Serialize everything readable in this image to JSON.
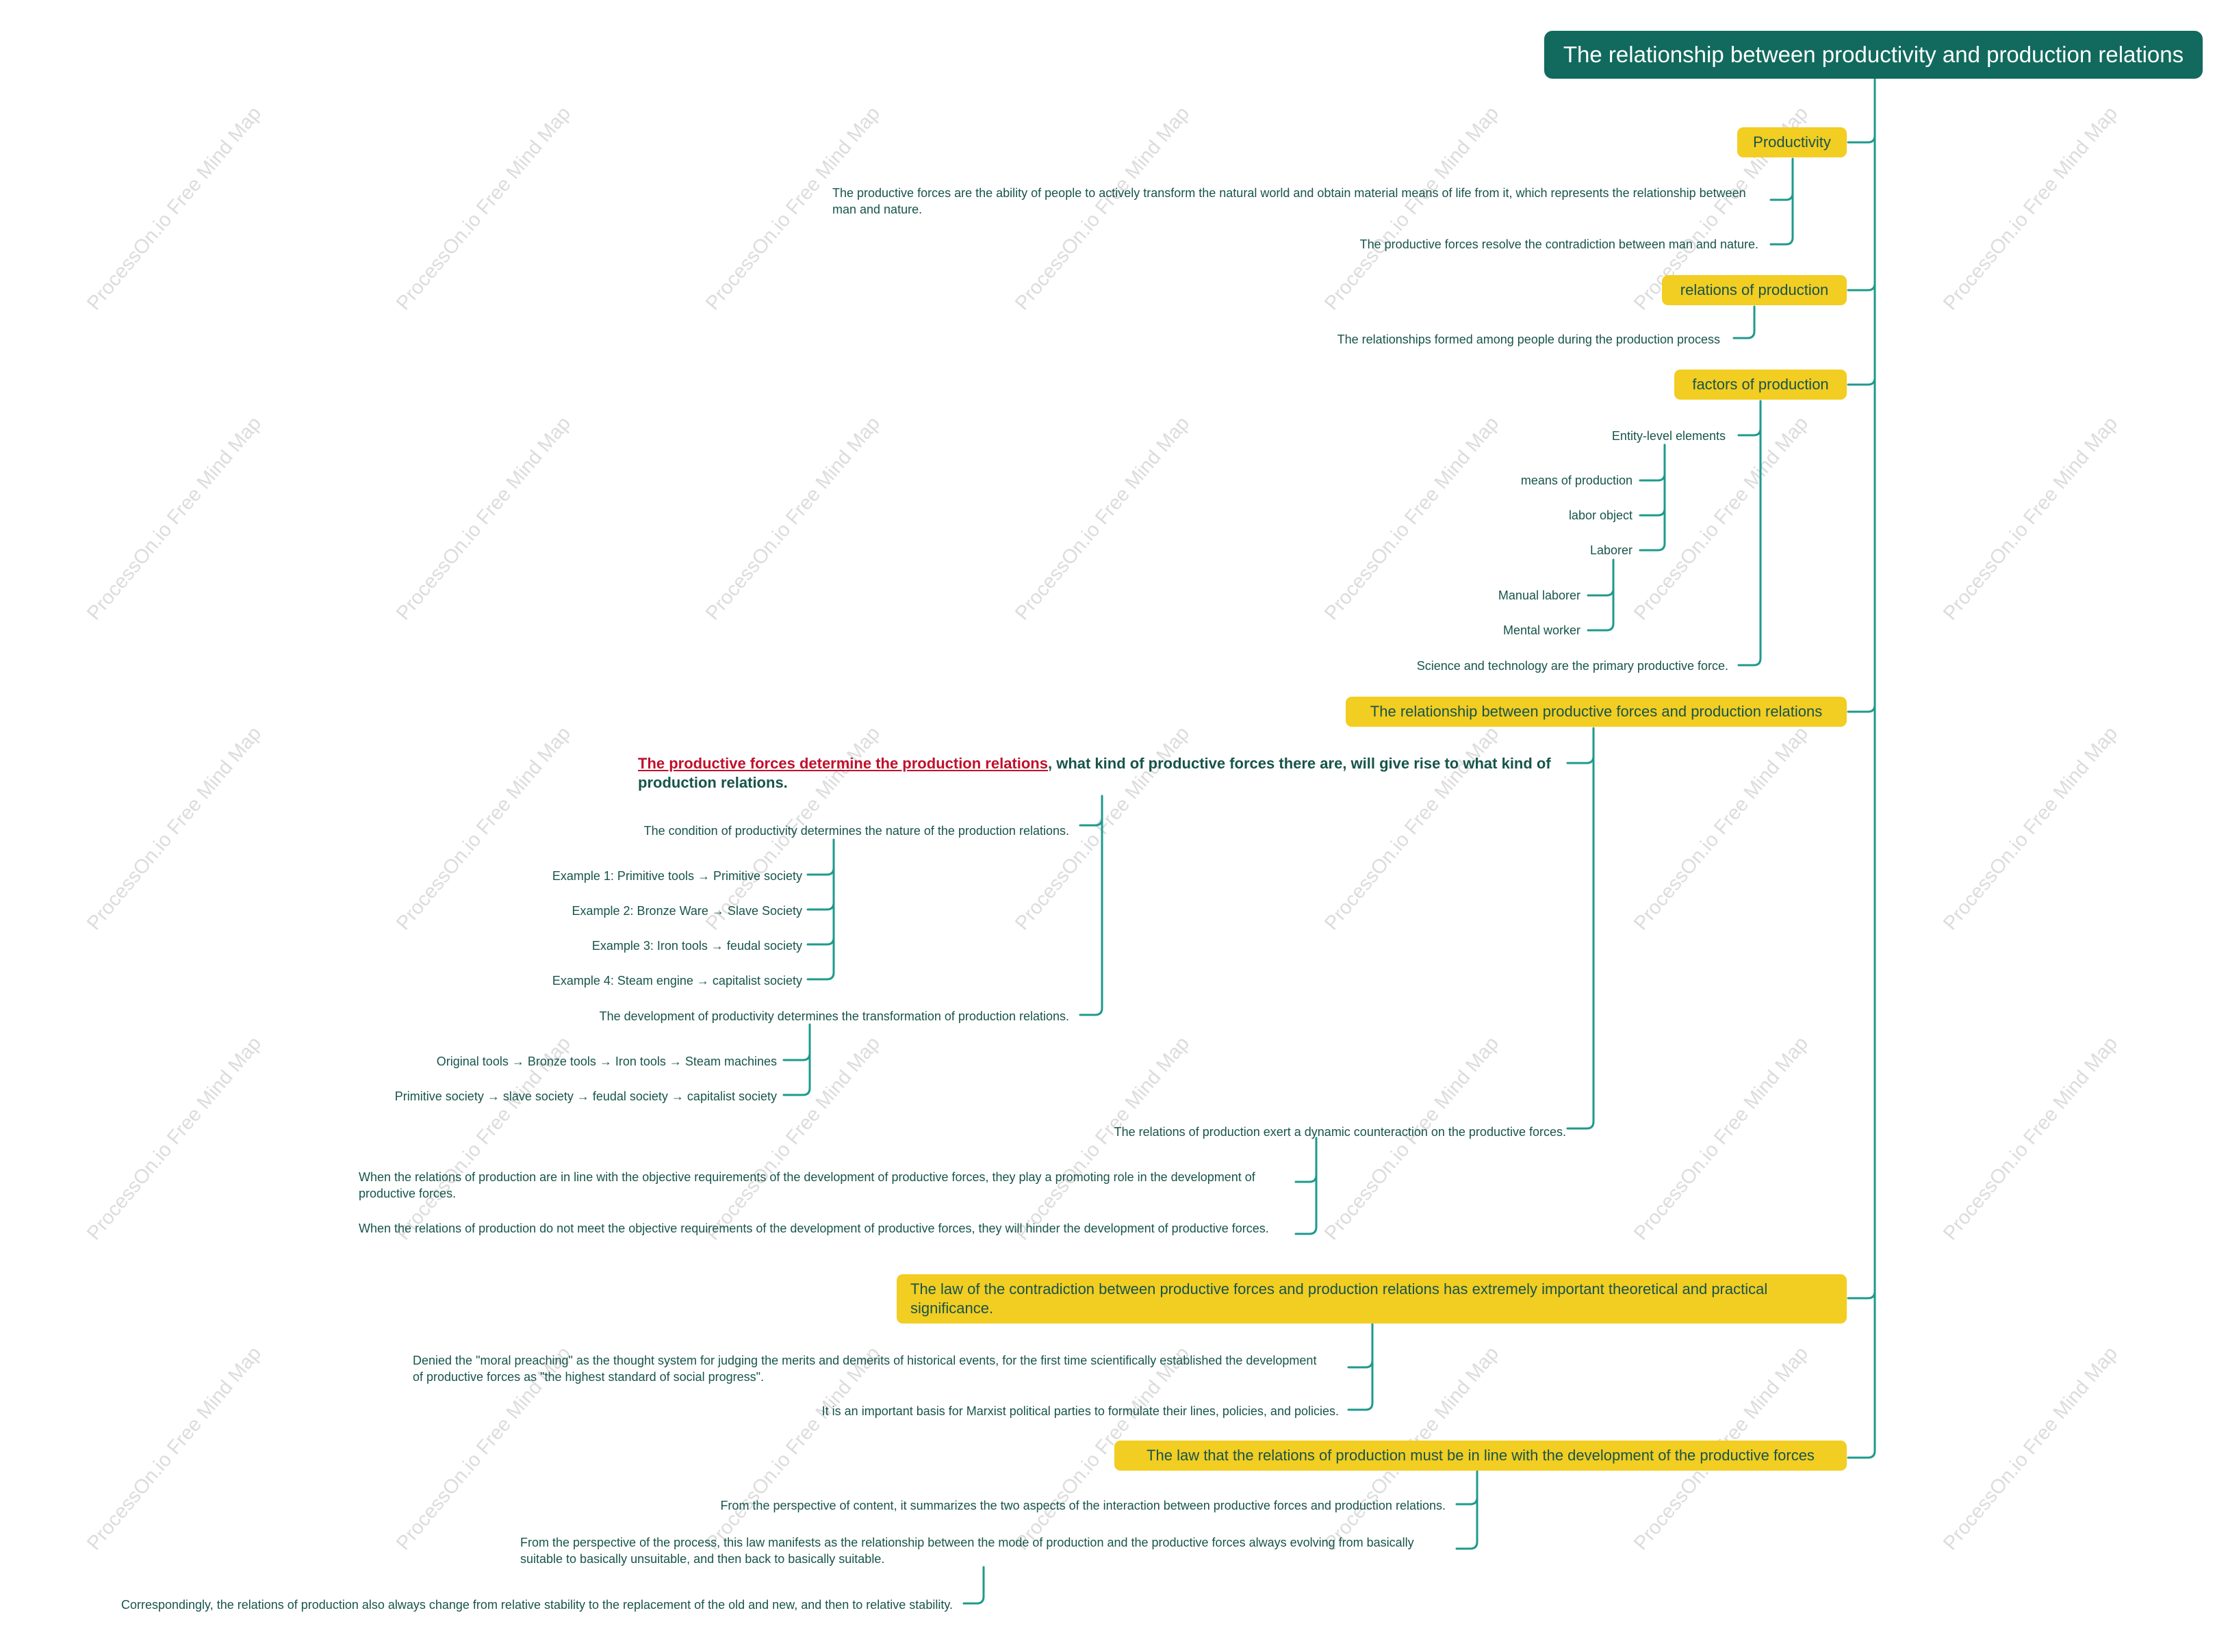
{
  "watermark": "ProcessOn.io Free Mind Map",
  "root": "The relationship between productivity and production relations",
  "productivity": {
    "label": "Productivity",
    "definition": "The productive forces are the ability of people to actively transform the natural world and obtain material means of life from it, which represents the relationship between man and nature.",
    "resolve": "The productive forces resolve the contradiction between man and nature."
  },
  "relations": {
    "label": "relations of production",
    "definition": "The relationships formed among people during the production process"
  },
  "factors": {
    "label": "factors of production",
    "entity": "Entity-level elements",
    "means": "means of production",
    "object": "labor object",
    "laborer": "Laborer",
    "manual": "Manual laborer",
    "mental": "Mental worker",
    "science": "Science and technology are the primary productive force."
  },
  "relationship": {
    "label": "The relationship between productive forces and production relations",
    "determine_hl": "The productive forces determine the production relations",
    "determine_rest": ", what kind of productive forces there are, will give rise to what kind of production relations.",
    "condition": "The condition of productivity determines the nature of the production relations.",
    "ex1": "Example 1: Primitive tools → Primitive society",
    "ex2": "Example 2: Bronze Ware → Slave Society",
    "ex3": "Example 3: Iron tools → feudal society",
    "ex4": "Example 4: Steam engine → capitalist society",
    "development": "The development of productivity determines the transformation of production relations.",
    "tools": "Original tools → Bronze tools → Iron tools → Steam machines",
    "societies": "Primitive society → slave society → feudal society → capitalist society",
    "counter": "The relations of production exert a dynamic counteraction on the productive forces.",
    "promote": "When the relations of production are in line with the objective requirements of the development of productive forces, they play a promoting role in the development of productive forces.",
    "hinder": "When the relations of production do not meet the objective requirements of the development of productive forces, they will hinder the development of productive forces."
  },
  "law": {
    "label": "The law of the contradiction between productive forces and production relations has extremely important theoretical and practical significance.",
    "denied": "Denied the \"moral preaching\" as the thought system for judging the merits and demerits of historical events, for the first time scientifically established the development of productive forces as \"the highest standard of social progress\".",
    "basis": "It is an important basis for Marxist political parties to formulate their lines, policies, and policies."
  },
  "inline": {
    "label": "The law that the relations of production must be in line with the development of the productive forces",
    "content": "From the perspective of content, it summarizes the two aspects of the interaction between productive forces and production relations.",
    "process": "From the perspective of the process, this law manifests as the relationship between the mode of production and the productive forces always evolving from basically suitable to basically unsuitable, and then back to basically suitable.",
    "correspond": "Correspondingly, the relations of production also always change from relative stability to the replacement of the old and new, and then to relative stability."
  },
  "colors": {
    "root": "#116a5d",
    "tag": "#f2cd22",
    "text": "#17544a",
    "line": "#1e9a8c",
    "highlight": "#c0102c"
  }
}
